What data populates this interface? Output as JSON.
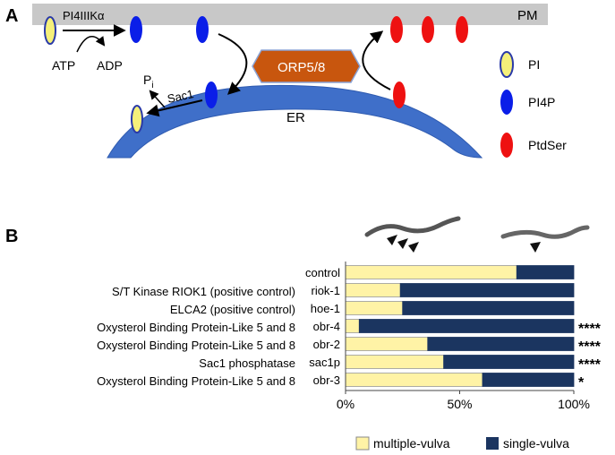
{
  "panel_a": {
    "letter": "A",
    "membrane_label": "PM",
    "er_label": "ER",
    "kinase_label": "PI4IIIKα",
    "atp_label": "ATP",
    "adp_label": "ADP",
    "pi_label_main": "P",
    "pi_label_sub": "i",
    "sac1_label": "Sac1",
    "transfer_label": "ORP5/8",
    "legend": [
      {
        "label": "PI",
        "color": "#f5f07a",
        "stroke": "#2a3aa8"
      },
      {
        "label": "PI4P",
        "color": "#0a1ee8",
        "stroke": "#0a1ee8"
      },
      {
        "label": "PtdSer",
        "color": "#ee1111",
        "stroke": "#ee1111"
      }
    ],
    "colors": {
      "pm": "#c8c8c8",
      "er": "#3f6fc9",
      "orp": "#c8560e",
      "pi": "#f5f07a",
      "pi4p": "#0a1ee8",
      "ptdser": "#ee1111"
    }
  },
  "panel_b": {
    "letter": "B",
    "worm_markers": "triangle-arrowheads",
    "rows": [
      {
        "description": "",
        "gene": "control",
        "stars": ""
      },
      {
        "description": "S/T Kinase RIOK1 (positive control)",
        "gene": "riok-1",
        "stars": ""
      },
      {
        "description": "ELCA2 (positive control)",
        "gene": "hoe-1",
        "stars": ""
      },
      {
        "description": "Oxysterol Binding Protein-Like 5  and 8",
        "gene": "obr-4",
        "stars": "****"
      },
      {
        "description": "Oxysterol Binding Protein-Like 5  and 8",
        "gene": "obr-2",
        "stars": "****"
      },
      {
        "description": "Sac1 phosphatase",
        "gene": "sac1p",
        "stars": "****"
      },
      {
        "description": "Oxysterol Binding Protein-Like 5  and 8",
        "gene": "obr-3",
        "stars": "*"
      }
    ],
    "ticks": [
      "0%",
      "50%",
      "100%"
    ],
    "legend_multiple": "multiple-vulva",
    "legend_single": "single-vulva",
    "color_multiple": "#fff3a6",
    "color_single": "#1b3560"
  },
  "chart_data": {
    "type": "bar",
    "orientation": "horizontal",
    "stacked": true,
    "categories": [
      "control",
      "riok-1",
      "hoe-1",
      "obr-4",
      "obr-2",
      "sac1p",
      "obr-3"
    ],
    "series": [
      {
        "name": "multiple-vulva",
        "values": [
          75,
          24,
          25,
          6,
          36,
          43,
          60
        ]
      },
      {
        "name": "single-vulva",
        "values": [
          25,
          76,
          75,
          94,
          64,
          57,
          40
        ]
      }
    ],
    "xlim": [
      0,
      100
    ],
    "xticks": [
      "0%",
      "50%",
      "100%"
    ],
    "legend_position": "bottom"
  }
}
